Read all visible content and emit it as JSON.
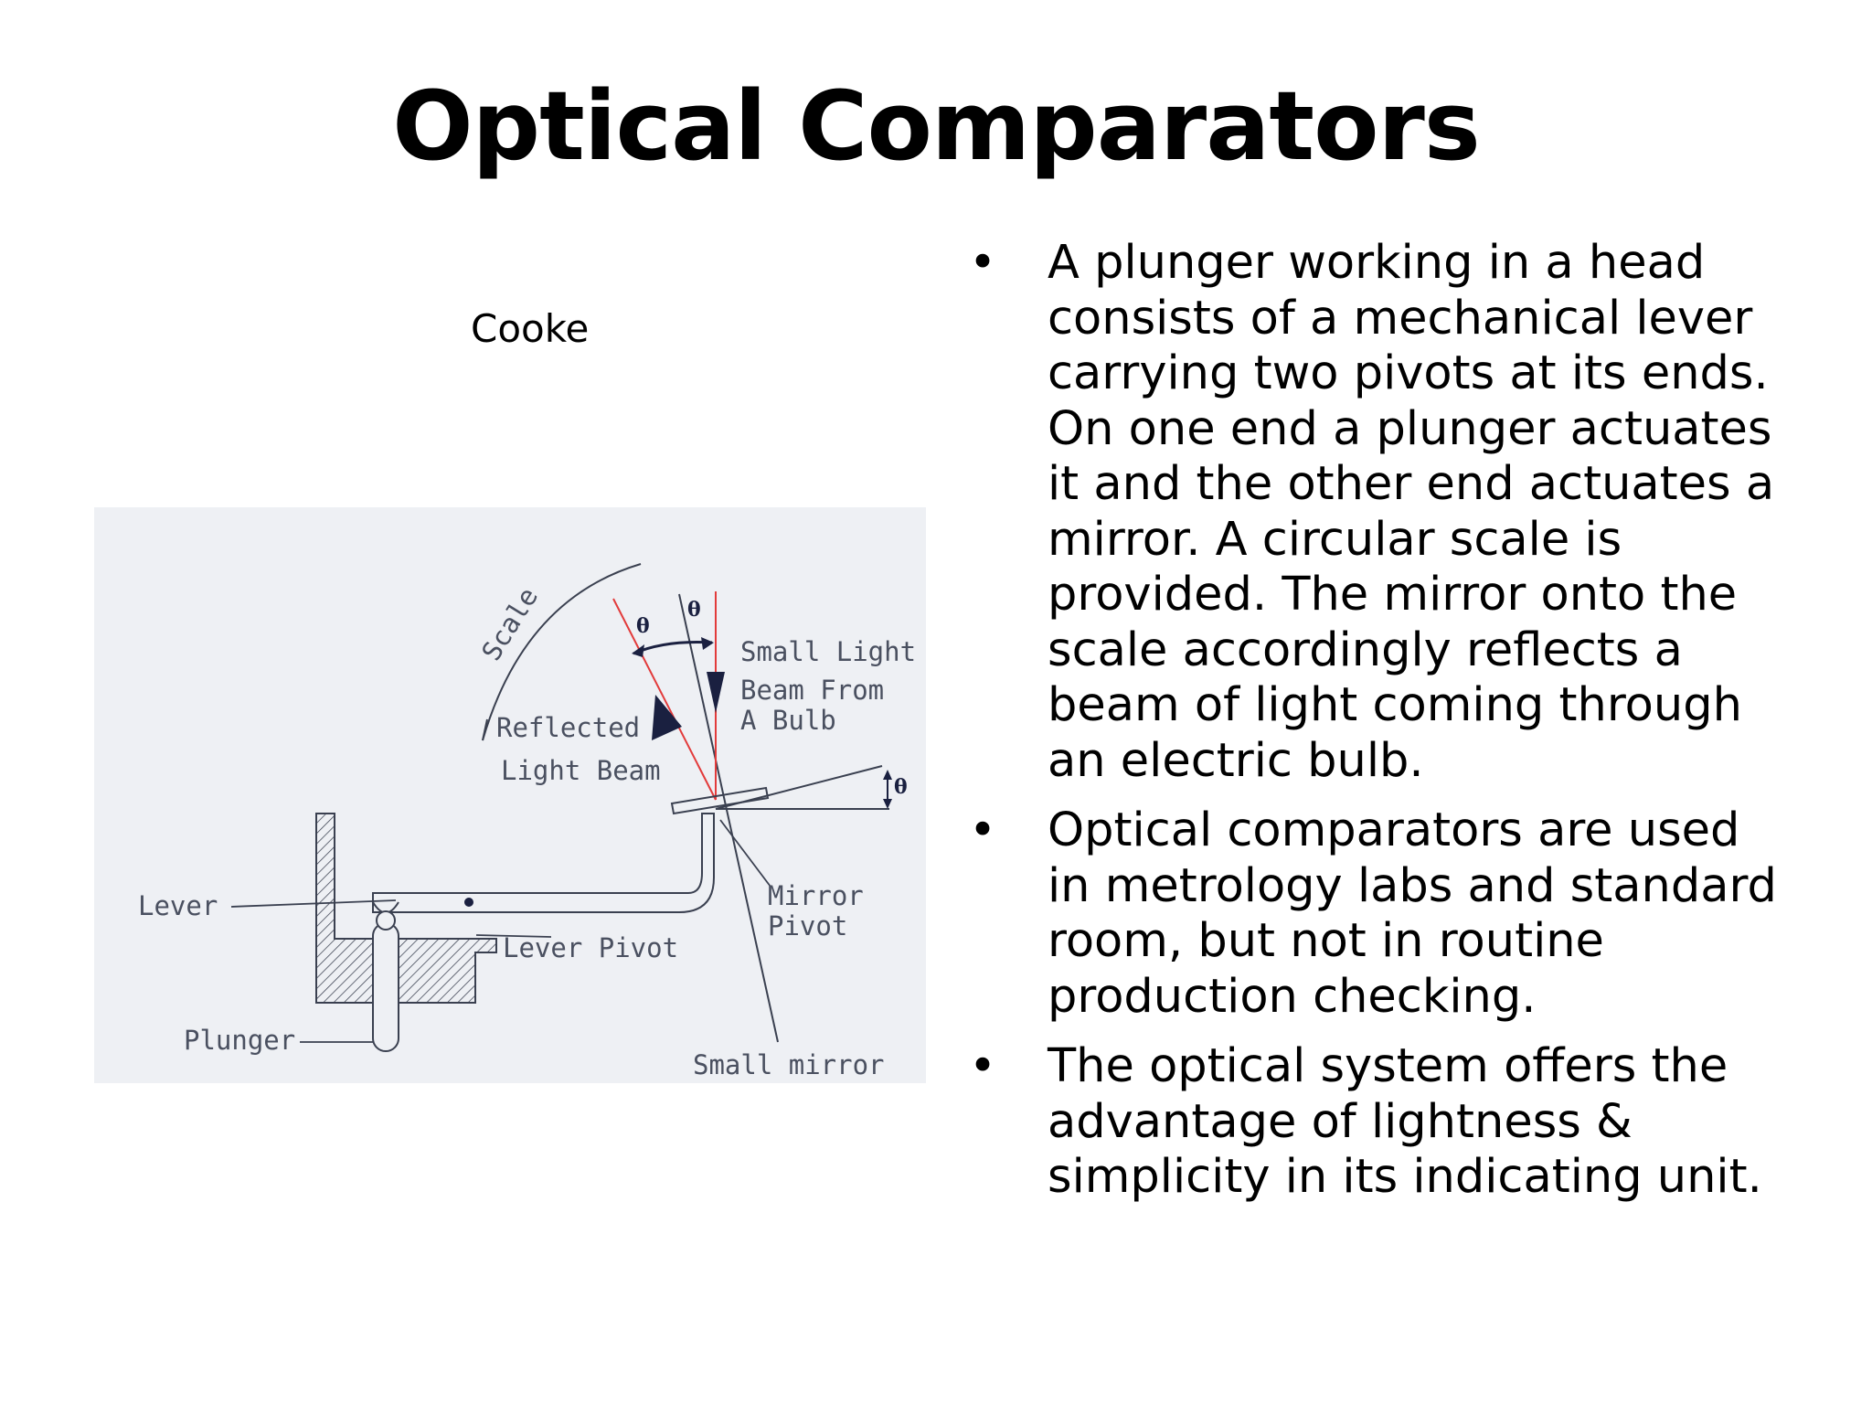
{
  "slide": {
    "title": "Optical Comparators",
    "caption": "Cooke"
  },
  "diagram": {
    "labels": {
      "scale": "Scale",
      "theta_left": "θ",
      "theta_right": "θ",
      "theta_side": "θ",
      "small_light": "Small Light",
      "beam_from": "Beam From",
      "a_bulb": "A Bulb",
      "reflected": "Reflected",
      "light_beam": "Light Beam",
      "lever": "Lever",
      "lever_pivot": "Lever Pivot",
      "mirror": "Mirror",
      "pivot": "Pivot",
      "plunger": "Plunger",
      "small_mirror": "Small mirror"
    },
    "colors": {
      "line": "#3a4050",
      "ray": "#e23b3b",
      "arrow": "#1a2040",
      "background": "#eef0f4"
    }
  },
  "bullets": [
    "A plunger working in a head consists of a mechanical lever carrying two pivots at its ends. On one end a plunger actuates it and the other end actuates a mirror. A circular scale is provided. The mirror onto the scale accordingly reflects a beam of light coming through an electric bulb.",
    "Optical comparators are used in metrology labs and standard room, but not in routine production checking.",
    "The optical system offers the advantage of lightness & simplicity in its indicating unit."
  ],
  "bullet_symbol": "•"
}
